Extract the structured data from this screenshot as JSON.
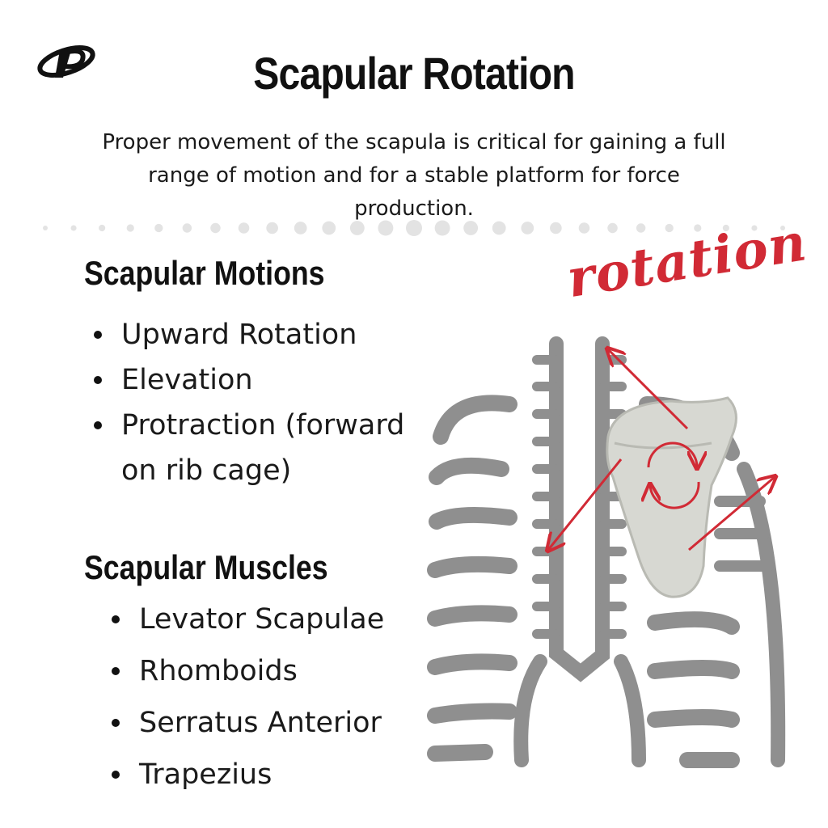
{
  "header": {
    "title": "Scapular Rotation",
    "subtitle": "Proper movement of the scapula is critical for gaining a full range of motion and for a stable platform for force production."
  },
  "logo": {
    "icon": "brand-logo-icon"
  },
  "sections": {
    "motions": {
      "heading": "Scapular Motions",
      "items": [
        "Upward Rotation",
        "Elevation",
        "Protraction (forward on rib cage)"
      ]
    },
    "muscles": {
      "heading": "Scapular Muscles",
      "items": [
        "Levator Scapulae",
        "Rhomboids",
        "Serratus Anterior",
        "Trapezius"
      ]
    }
  },
  "illustration": {
    "label": "rotation",
    "icon": "rib-cage-scapula-illustration",
    "colors": {
      "accent": "#d12a35",
      "bone": "#8f8f8f",
      "scapula": "#d7d8d2"
    }
  }
}
